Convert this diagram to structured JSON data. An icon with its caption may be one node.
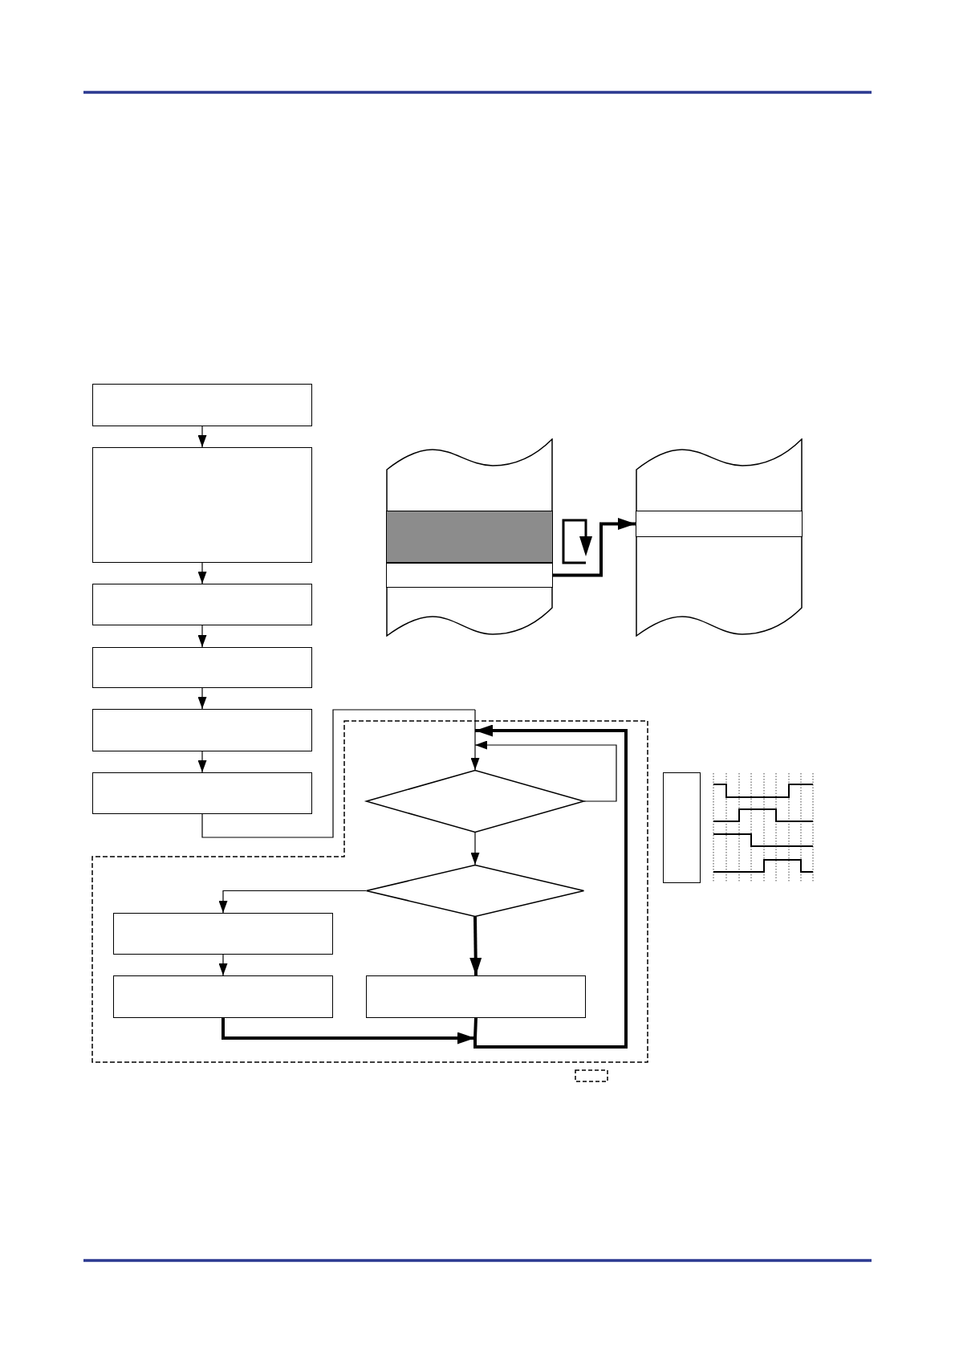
{
  "diagram": {
    "nodes": [
      {
        "text": [],
        "shape": "box"
      },
      {
        "text": [],
        "shape": "box"
      },
      {
        "text": [],
        "shape": "box"
      },
      {
        "text": [],
        "shape": "box"
      },
      {
        "text": [],
        "shape": "box"
      },
      {
        "text": [],
        "shape": "box"
      },
      {
        "text": [],
        "shape": "box"
      },
      {
        "text": [],
        "shape": "band",
        "in": 6
      },
      {
        "text": [],
        "shape": "band",
        "in": 6
      },
      {
        "text": [],
        "shape": "box"
      },
      {
        "text": [],
        "shape": "band",
        "in": 9
      },
      {
        "text": [],
        "shape": "box"
      },
      {
        "text": [],
        "shape": "diamond",
        "in": 11
      },
      {
        "text": [],
        "shape": "diamond",
        "in": 11
      },
      {
        "text": [],
        "shape": "box",
        "in": 11
      },
      {
        "text": [],
        "shape": "box",
        "in": 11
      },
      {
        "text": [],
        "shape": "box",
        "in": 11
      },
      {
        "text": [],
        "shape": "box"
      }
    ],
    "edges": [
      {
        "from": 0,
        "to": 1,
        "arrow": "to"
      },
      {
        "from": 1,
        "to": 2,
        "arrow": "to"
      },
      {
        "from": 2,
        "to": 3,
        "arrow": "to"
      },
      {
        "from": 3,
        "to": 4,
        "arrow": "to"
      },
      {
        "from": 4,
        "to": 5,
        "arrow": "to"
      },
      {
        "from": 5,
        "to": 12,
        "arrow": "to"
      },
      {
        "from": 8,
        "to": 10,
        "arrow": "to",
        "style": "thick"
      },
      {
        "from": 12,
        "to": 12,
        "arrow": "to"
      },
      {
        "from": 12,
        "to": 13,
        "arrow": "to"
      },
      {
        "from": 13,
        "to": 14,
        "arrow": "to"
      },
      {
        "from": 14,
        "to": 15,
        "arrow": "to"
      },
      {
        "from": 13,
        "to": 16,
        "arrow": "to",
        "style": "thick"
      },
      {
        "from": 15,
        "to": 12,
        "arrow": "to",
        "style": "thick"
      },
      {
        "from": 16,
        "to": 12,
        "arrow": "to",
        "style": "thick"
      }
    ]
  }
}
